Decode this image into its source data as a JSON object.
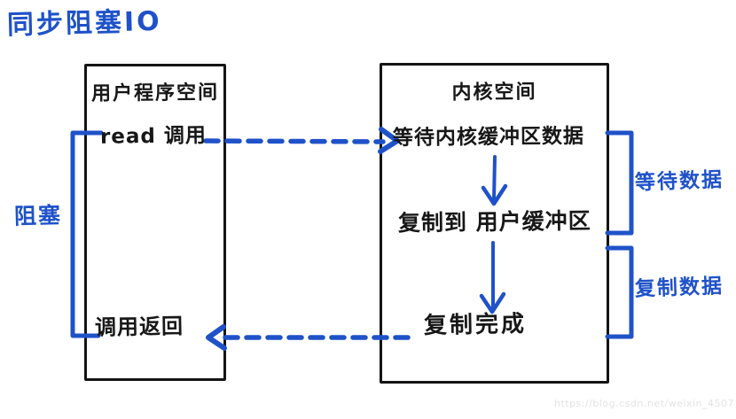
{
  "title": "同步阻塞IO",
  "user_space_box": {
    "header": "用户程序空间",
    "read_call": "read 调用",
    "call_return": "调用返回"
  },
  "kernel_box": {
    "header": "内核空间",
    "wait_kernel_buffer": "等待内核缓冲区数据",
    "copy_to_user_buffer": "复制到 用户缓冲区",
    "copy_done": "复制完成"
  },
  "annotations": {
    "blocking": "阻塞",
    "wait_phase": "等待数据",
    "copy_phase": "复制数据"
  },
  "watermark": "https://blog.csdn.net/weixin_4507",
  "colors": {
    "ink_black": "#171717",
    "accent_blue": "#1f52c9",
    "watermark_gray": "#e3e3e3",
    "background": "#ffffff"
  }
}
